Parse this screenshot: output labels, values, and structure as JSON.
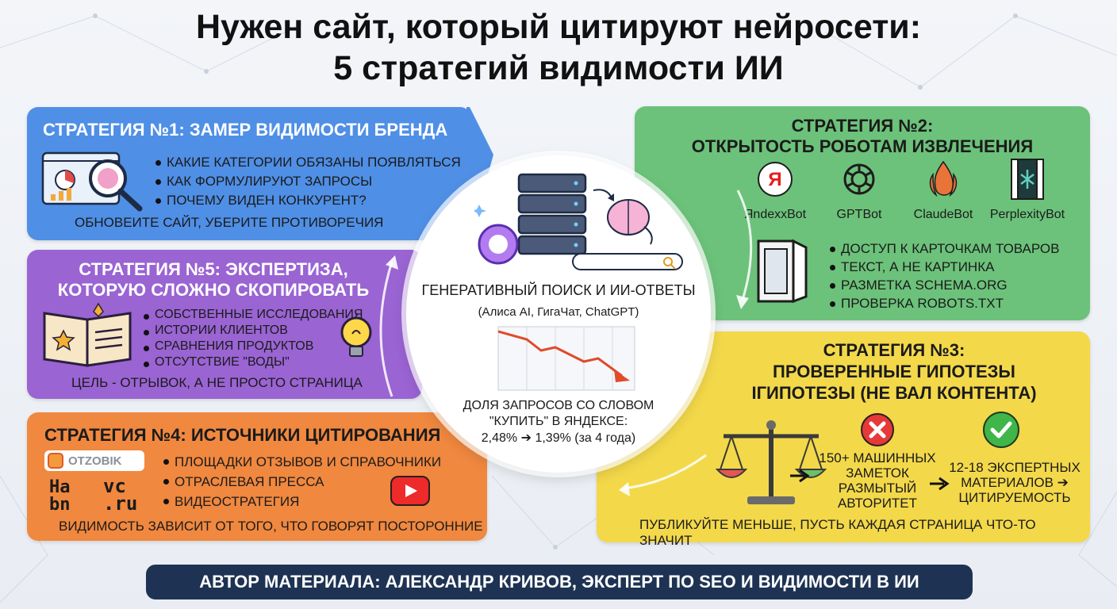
{
  "title": {
    "line1": "Нужен сайт, который цитируют нейросети:",
    "line2": "5 стратегий видимости ИИ"
  },
  "strategy1": {
    "title": "СТРАТЕГИЯ №1: ЗАМЕР ВИДИМОСТИ БРЕНДА",
    "items": [
      "КАКИЕ КАТЕГОРИИ ОБЯЗАНЫ ПОЯВЛЯТЬСЯ",
      "КАК ФОРМУЛИРУЮТ ЗАПРОСЫ",
      "ПОЧЕМУ ВИДЕН КОНКУРЕНТ?"
    ],
    "footer": "ОБНОВЕИТЕ САЙТ, УБЕРИТЕ ПРОТИВОРЕЧИЯ",
    "color": "#4f8fe6"
  },
  "strategy2": {
    "title_line1": "СТРАТЕГИЯ №2:",
    "title_line2": "ОТКРЫТОСТЬ РОБОТАМ ИЗВЛЕЧЕНИЯ",
    "bots": [
      {
        "name": "ЯndexxBot",
        "icon": "yandex-icon"
      },
      {
        "name": "GPTBot",
        "icon": "openai-icon"
      },
      {
        "name": "ClaudeBot",
        "icon": "claude-icon"
      },
      {
        "name": "PerplexityBot",
        "icon": "perplexity-icon"
      }
    ],
    "items": [
      "ДОСТУП К КАРТОЧКАМ ТОВАРОВ",
      "ТЕКСТ, А НЕ КАРТИНКА",
      "РАЗМЕТКА SCHEMA.ORG",
      "ПРОВЕРКА ROBOTS.TXT"
    ],
    "color": "#6cc27a"
  },
  "strategy3": {
    "title_line1": "СТРАТЕГИЯ №3:",
    "title_line2": "ПРОВЕРЕННЫЕ ГИПОТЕЗЫ",
    "title_line3": "ІГИПОТЕЗЫ (НЕ ВАЛ КОНТЕНТА)",
    "bad_line1": "150+ МАШИННЫХ",
    "bad_line2": "ЗАМЕТОК",
    "bad_line3": "РАЗМЫТЫЙ",
    "bad_line4": "АВТОРИТЕТ",
    "good_line1": "12-18 ЭКСПЕРТНЫХ",
    "good_line2": "МАТЕРИАЛОВ ➔",
    "good_line3": "ЦИТИРУЕМОСТЬ",
    "footer": "ПУБЛИКУЙТЕ МЕНЬШЕ, ПУСТЬ КАЖДАЯ СТРАНИЦА ЧТО-ТО ЗНАЧИТ",
    "color": "#f3d84a"
  },
  "strategy4": {
    "title": "СТРАТЕГИЯ №4: ИСТОЧНИКИ ЦИТИРОВАНИЯ",
    "logos": {
      "otzovik": "OTZOBIK",
      "habr_top": "Ha",
      "habr_bottom": "bn",
      "vc_top": "VC",
      "vc_bottom": ".ru"
    },
    "items": [
      "ПЛОЩАДКИ ОТЗЫВОВ И СПРАВОЧНИКИ",
      "ОТРАСЛЕВАЯ ПРЕССА",
      "ВИДЕОСТРАТЕГИЯ"
    ],
    "footer": "ВИДИМОСТЬ ЗАВИСИТ ОТ ТОГО, ЧТО ГОВОРЯТ ПОСТОРОННИЕ",
    "color": "#f0883f"
  },
  "strategy5": {
    "title_line1": "СТРАТЕГИЯ №5: ЭКСПЕРТИЗА,",
    "title_line2": "КОТОРУЮ СЛОЖНО СКОПИРОВАТЬ",
    "items": [
      "СОБСТВЕННЫЕ ИССЛЕДОВАНИЯ",
      "ИСТОРИИ КЛИЕНТОВ",
      "СРАВНЕНИЯ ПРОДУКТОВ",
      "ОТСУТСТВИЕ \"ВОДЫ\""
    ],
    "footer": "ЦЕЛЬ - ОТРЫВОК, А НЕ ПРОСТО СТРАНИЦА",
    "color": "#9a64d3"
  },
  "center": {
    "title": "ГЕНЕРАТИВНЫЙ ПОИСК И ИИ-ОТВЕТЫ",
    "subtitle": "(Алиса AI, ГигаЧат, ChatGPT)",
    "stat_line1": "ДОЛЯ ЗАПРОСОВ СО СЛОВОМ",
    "stat_line2": "\"КУПИТЬ\" В ЯНДЕКСЕ:",
    "stat_line3": "2,48% ➔ 1,39% (за 4 года)"
  },
  "author": "АВТОР МАТЕРИАЛА: АЛЕКСАНДР КРИВОВ, ЭКСПЕРТ ПО SEO И ВИДИМОСТИ В ИИ"
}
